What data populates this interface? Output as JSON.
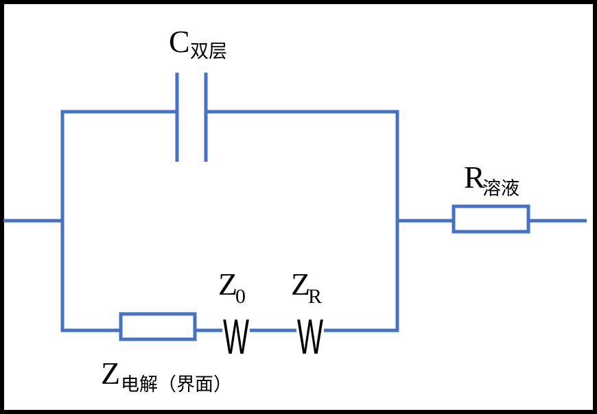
{
  "colors": {
    "wire": "#4472C4",
    "border": "#000000",
    "text": "#000000"
  },
  "labels": {
    "capacitor": {
      "main": "C",
      "sub": "双层"
    },
    "solution_resistor": {
      "main": "R",
      "sub": "溶液"
    },
    "z0": {
      "main": "Z",
      "sub": "0"
    },
    "zr": {
      "main": "Z",
      "sub": "R"
    },
    "electrolyte_impedance": {
      "main": "Z",
      "sub": "电解（界面）"
    },
    "warburg_symbol": "W"
  }
}
